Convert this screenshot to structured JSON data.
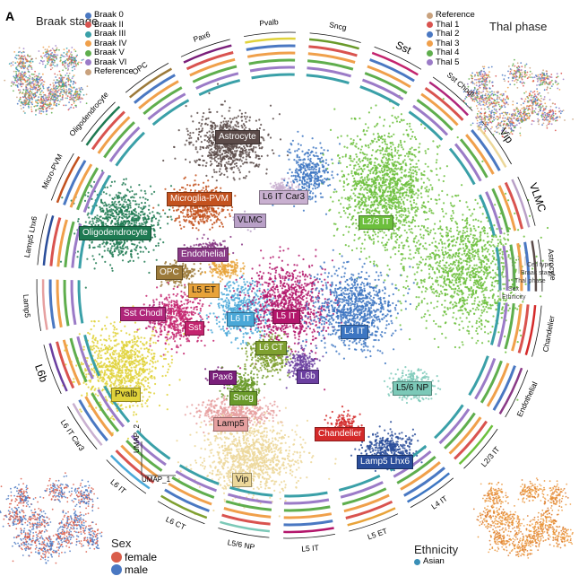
{
  "panel_letter": "A",
  "legends": {
    "braak": {
      "title": "Braak stage",
      "items": [
        {
          "label": "Braak 0",
          "color": "#4a78c2"
        },
        {
          "label": "Braak II",
          "color": "#d9534f"
        },
        {
          "label": "Braak III",
          "color": "#3aa0a8"
        },
        {
          "label": "Braak IV",
          "color": "#f0a04b"
        },
        {
          "label": "Braak V",
          "color": "#5fae4d"
        },
        {
          "label": "Braak VI",
          "color": "#9b7bc7"
        },
        {
          "label": "Reference",
          "color": "#c9a27e"
        }
      ]
    },
    "thal": {
      "title": "Thal phase",
      "items": [
        {
          "label": "Reference",
          "color": "#c9a27e"
        },
        {
          "label": "Thal 1",
          "color": "#d9534f"
        },
        {
          "label": "Thal 2",
          "color": "#4a78c2"
        },
        {
          "label": "Thal 3",
          "color": "#f0a04b"
        },
        {
          "label": "Thal 4",
          "color": "#5fae4d"
        },
        {
          "label": "Thal 5",
          "color": "#9b7bc7"
        }
      ]
    },
    "sex": {
      "title": "Sex",
      "items": [
        {
          "label": "female",
          "color": "#d95d4a"
        },
        {
          "label": "male",
          "color": "#4a78c2"
        }
      ]
    },
    "ethnicity": {
      "title": "Ethnicity",
      "items": [
        {
          "label": "Asian",
          "color": "#3a8fb7"
        }
      ]
    }
  },
  "ring_rows": [
    "Cell type",
    "Braak stage",
    "Thal phase",
    "Sex",
    "Ethnicity"
  ],
  "ring_labels": [
    "Pvalb",
    "Sncg",
    "Sst",
    "Sst Chodl",
    "Vip",
    "VLMC",
    "Astrocyte",
    "Chandelier",
    "Endothelial",
    "L2/3 IT",
    "L4 IT",
    "L5 ET",
    "L5 IT",
    "L5/6 NP",
    "L6 CT",
    "L6 IT",
    "L6 IT Car3",
    "L6b",
    "Lamp5",
    "Lamp5 Lhx6",
    "Micro-PVM",
    "Oligodendrocyte",
    "OPC",
    "Pax6"
  ],
  "clusters": [
    {
      "label": "Astrocyte",
      "color": "#5b4b49"
    },
    {
      "label": "Microglia-PVM",
      "color": "#c3521f"
    },
    {
      "label": "L6 IT Car3",
      "color": "#c9b0d0"
    },
    {
      "label": "VLMC",
      "color": "#b9a0c7"
    },
    {
      "label": "Oligodendrocyte",
      "color": "#1e7a52"
    },
    {
      "label": "Endothelial",
      "color": "#8a3a86"
    },
    {
      "label": "OPC",
      "color": "#9c7a3a"
    },
    {
      "label": "L5 ET",
      "color": "#e8a33a"
    },
    {
      "label": "L2/3 IT",
      "color": "#6cbf3c"
    },
    {
      "label": "Sst Chodl",
      "color": "#b0267a"
    },
    {
      "label": "Sst",
      "color": "#c4246e"
    },
    {
      "label": "L6 IT",
      "color": "#4aa8d8"
    },
    {
      "label": "L5 IT",
      "color": "#b3166b"
    },
    {
      "label": "L6 CT",
      "color": "#7fa030"
    },
    {
      "label": "L4 IT",
      "color": "#3d76c2"
    },
    {
      "label": "L6b",
      "color": "#6b3fa0"
    },
    {
      "label": "Pvalb",
      "color": "#e0d23a"
    },
    {
      "label": "Pax6",
      "color": "#7a1f7a"
    },
    {
      "label": "Sncg",
      "color": "#6a9a2a"
    },
    {
      "label": "L5/6 NP",
      "color": "#7cc9b8"
    },
    {
      "label": "Lamp5",
      "color": "#e6a0a0"
    },
    {
      "label": "Chandelier",
      "color": "#d42a2a"
    },
    {
      "label": "Lamp5 Lhx6",
      "color": "#2a4d9a"
    },
    {
      "label": "Vip",
      "color": "#ecd79a"
    }
  ],
  "axes": {
    "x": "UMAP_1",
    "y": "UMAP_2"
  }
}
